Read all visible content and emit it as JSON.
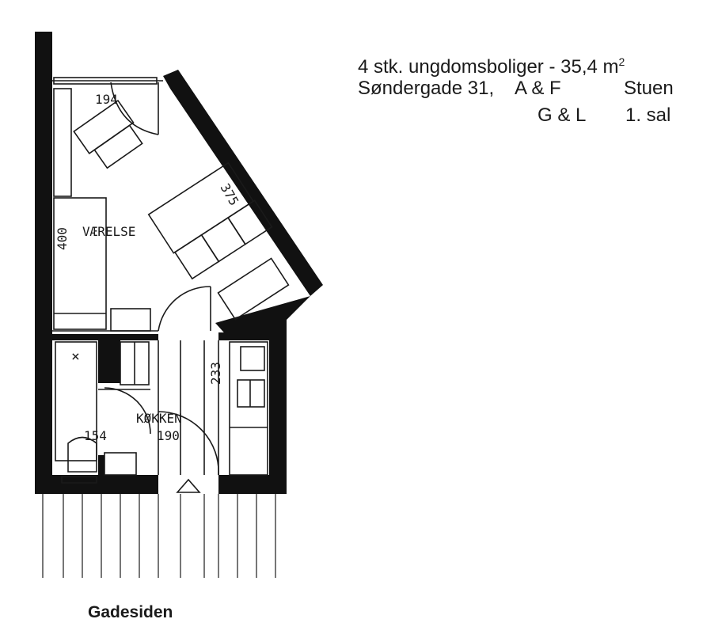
{
  "header": {
    "title": "4 stk. ungdomsboliger - 35,4 m",
    "title_sup": "2",
    "address": "Søndergade 31,",
    "units_ground": "A & F",
    "floor_ground": "Stuen",
    "units_first": "G & L",
    "floor_first": "1. sal"
  },
  "plan": {
    "room_living": "VÆRELSE",
    "room_kitchen": "KØKKEN",
    "dim_top_width": "194",
    "dim_living_height": "400",
    "dim_slanted_wall": "375",
    "dim_kitchen_length": "233",
    "dim_bath_width": "154",
    "dim_kitchen_width": "190",
    "bath_marker": "×"
  },
  "footer": {
    "street_side": "Gadesiden"
  }
}
